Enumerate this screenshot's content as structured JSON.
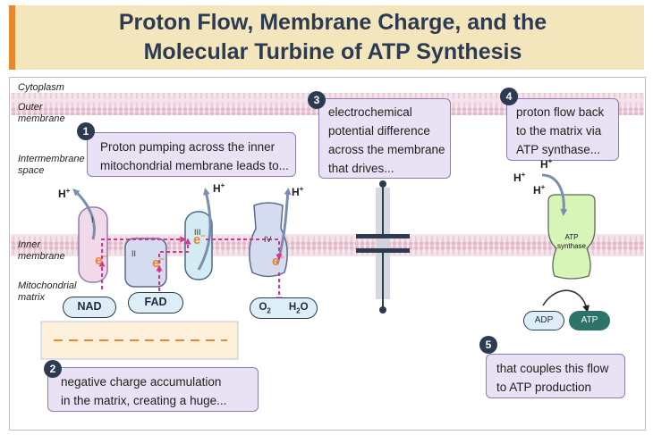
{
  "title": {
    "line1": "Proton Flow, Membrane Charge, and the",
    "line2": "Molecular Turbine of ATP Synthesis"
  },
  "regions": {
    "cytoplasm": "Cytoplasm",
    "outer": [
      "Outer",
      "membrane"
    ],
    "intermembrane": [
      "Intermembrane",
      "space"
    ],
    "inner": [
      "Inner",
      "membrane"
    ],
    "matrix": [
      "Mitochondrial",
      "matrix"
    ]
  },
  "steps": [
    {
      "number": "1",
      "lines": [
        "Proton pumping across the inner",
        "mitochondrial membrane leads to..."
      ]
    },
    {
      "number": "2",
      "lines": [
        "negative charge accumulation",
        "in the matrix, creating a huge..."
      ]
    },
    {
      "number": "3",
      "lines": [
        "electrochemical",
        "potential difference",
        "across the membrane",
        "that drives..."
      ]
    },
    {
      "number": "4",
      "lines": [
        "proton flow back",
        "to the matrix via",
        "ATP synthase..."
      ]
    },
    {
      "number": "5",
      "lines": [
        "that couples this flow",
        "to ATP production"
      ]
    }
  ],
  "complexes": {
    "roman": [
      "I",
      "II",
      "III",
      "IV"
    ],
    "electron_label": "e",
    "electron_sup": "−"
  },
  "proton": {
    "symbol": "H",
    "charge": "+"
  },
  "substrates": {
    "nad": "NAD",
    "fad": "FAD",
    "oxygen": "O",
    "oxygen_sub": "2",
    "water": "H",
    "water_sub": "2",
    "water_tail": "O"
  },
  "synthase": {
    "line1": "ATP",
    "line2": "synthase"
  },
  "nucleotides": {
    "adp": "ADP",
    "atp": "ATP"
  },
  "colors": {
    "accent": "#e8872b",
    "title_bg": "#f3e6bd",
    "title_text": "#2c3a52",
    "membrane": "#f4e3ea",
    "electron_path": "#d6338f",
    "box_fill": "#e9e1f4",
    "synthase": "#d8f5b8"
  },
  "icons": [
    "proton-arrow-icon",
    "electron-path-icon",
    "capacitor-icon",
    "rotation-arrow-icon",
    "reaction-arrow-icon"
  ]
}
